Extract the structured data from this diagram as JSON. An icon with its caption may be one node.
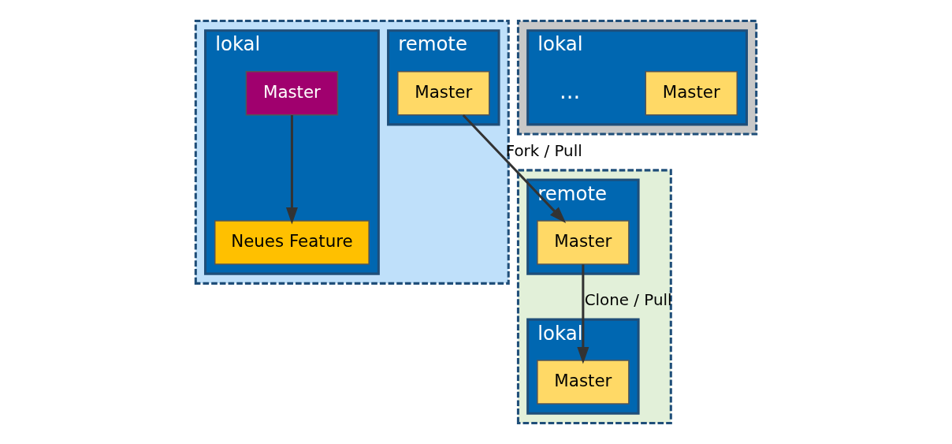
{
  "diagram": {
    "nodes": [
      {
        "text": [],
        "shape": "box"
      },
      {
        "text": [
          "remote"
        ],
        "in": 0
      },
      {
        "text": [
          "Master"
        ],
        "in": 1
      },
      {
        "text": [
          "lokal"
        ],
        "in": 0
      },
      {
        "text": [
          "Neues Feature"
        ],
        "in": 3
      },
      {
        "text": [
          "Master"
        ],
        "in": 3
      },
      {
        "text": [],
        "shape": "box"
      },
      {
        "text": [
          "remote"
        ],
        "in": 6
      },
      {
        "text": [
          "Master"
        ],
        "in": 7
      },
      {
        "text": [
          "lokal"
        ],
        "in": 6
      },
      {
        "text": [
          "Master"
        ],
        "in": 9
      },
      {
        "text": [],
        "shape": "box"
      },
      {
        "text": [
          "lokal"
        ],
        "in": 11
      },
      {
        "text": [
          "Master"
        ],
        "in": 12
      }
    ],
    "edges": [
      {
        "from": 2,
        "to": 8,
        "arrow": "to",
        "label": "Fork / Pull"
      },
      {
        "from": 8,
        "to": 10,
        "arrow": "to",
        "label": "Clone / Pull"
      },
      {
        "from": 5,
        "to": 4,
        "arrow": "to"
      }
    ],
    "labels": [
      "..."
    ]
  }
}
